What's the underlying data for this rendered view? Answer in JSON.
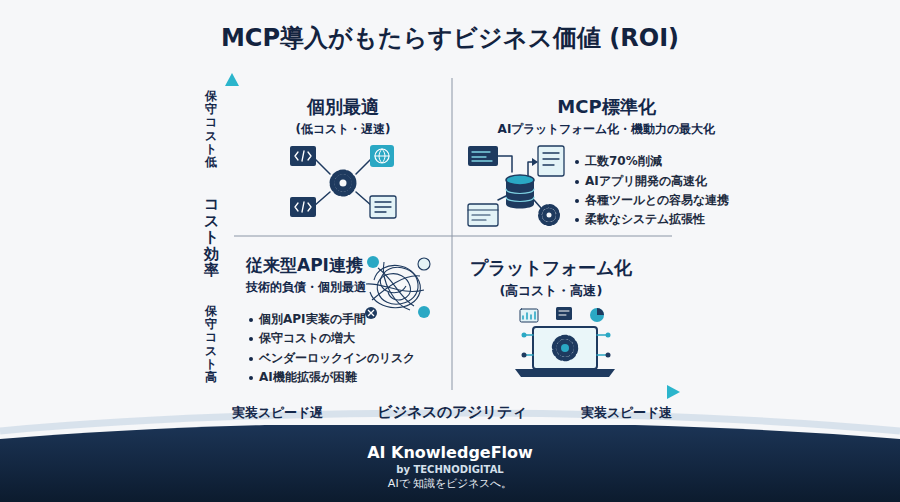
{
  "diagram": {
    "title": "MCP導入がもたらすビジネス価値 (ROI)",
    "nodes": [
      {
        "text": [
          "個別最適",
          "(低コスト・遅速)"
        ]
      },
      {
        "text": [
          "MCP標準化",
          "AIプラットフォーム化・機動力の最大化",
          "工数70%削減",
          "AIアプリ開発の高速化",
          "各種ツールとの容易な連携",
          "柔軟なシステム拡張性"
        ]
      },
      {
        "text": [
          "従来型API連携",
          "技術的負債・個別最適",
          "個別API実装の手間",
          "保守コストの増大",
          "ベンダーロックインのリスク",
          "AI機能拡張が困難"
        ]
      },
      {
        "text": [
          "プラットフォーム化",
          "(高コスト・高速)"
        ]
      },
      {
        "text": [
          "AI KnowledgeFlow",
          "by TECHNODIGITAL",
          "AIで 知識をビジネスへ。"
        ]
      }
    ],
    "labels": [
      "保守コスト低",
      "コスト効率",
      "保守コスト高",
      "実装スピード遅",
      "ビジネスのアジリティ",
      "実装スピード速"
    ]
  }
}
